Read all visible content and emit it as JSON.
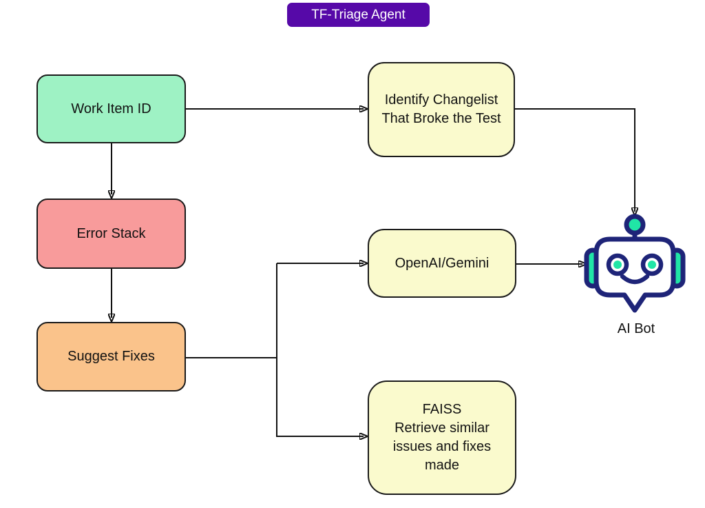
{
  "title": {
    "label": "TF-Triage Agent",
    "bg": "#5609A8",
    "text_color": "#ffffff"
  },
  "nodes": {
    "work_item": {
      "label": "Work Item ID",
      "fill": "#9EF2C4"
    },
    "identify_changelist": {
      "label": "Identify Changelist\nThat Broke the Test",
      "fill": "#FAFACD"
    },
    "error_stack": {
      "label": "Error Stack",
      "fill": "#F89B9B"
    },
    "openai_gemini": {
      "label": "OpenAI/Gemini",
      "fill": "#FAFACD"
    },
    "suggest_fixes": {
      "label": "Suggest Fixes",
      "fill": "#FAC38B"
    },
    "faiss": {
      "label": "FAISS\nRetrieve similar issues and fixes made",
      "fill": "#FAFACD"
    }
  },
  "ai_bot": {
    "label": "AI Bot",
    "navy": "#1E2478",
    "green": "#20E5A6"
  },
  "connector_color": "#111111"
}
